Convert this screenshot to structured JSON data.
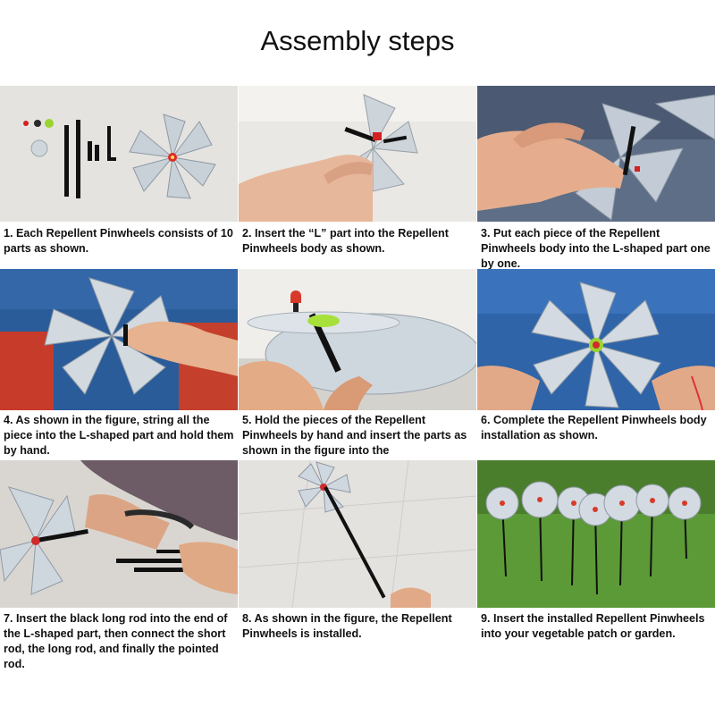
{
  "title": "Assembly steps",
  "steps": [
    {
      "caption": "1. Each Repellent Pinwheels consists of 10 parts as shown."
    },
    {
      "caption": "2. Insert the “L” part into the Repellent Pinwheels body as shown."
    },
    {
      "caption": "3. Put each piece of the Repellent Pinwheels  body into the L-shaped part one by one."
    },
    {
      "caption": "4. As shown in the figure, string all the piece into the L-shaped part and hold them by hand."
    },
    {
      "caption": "5. Hold the pieces of the Repellent Pinwheels by hand and insert the parts as shown in the figure into the"
    },
    {
      "caption": "6. Complete the  Repellent Pinwheels body installation as shown."
    },
    {
      "caption": "7. Insert the black long rod into the end of the L-shaped part, then connect the short rod, the long rod, and finally the pointed rod."
    },
    {
      "caption": "8. As shown in the figure, the Repellent Pinwheels is installed."
    },
    {
      "caption": "9. Insert the installed Repellent Pinwheels into your vegetable patch or garden."
    }
  ]
}
